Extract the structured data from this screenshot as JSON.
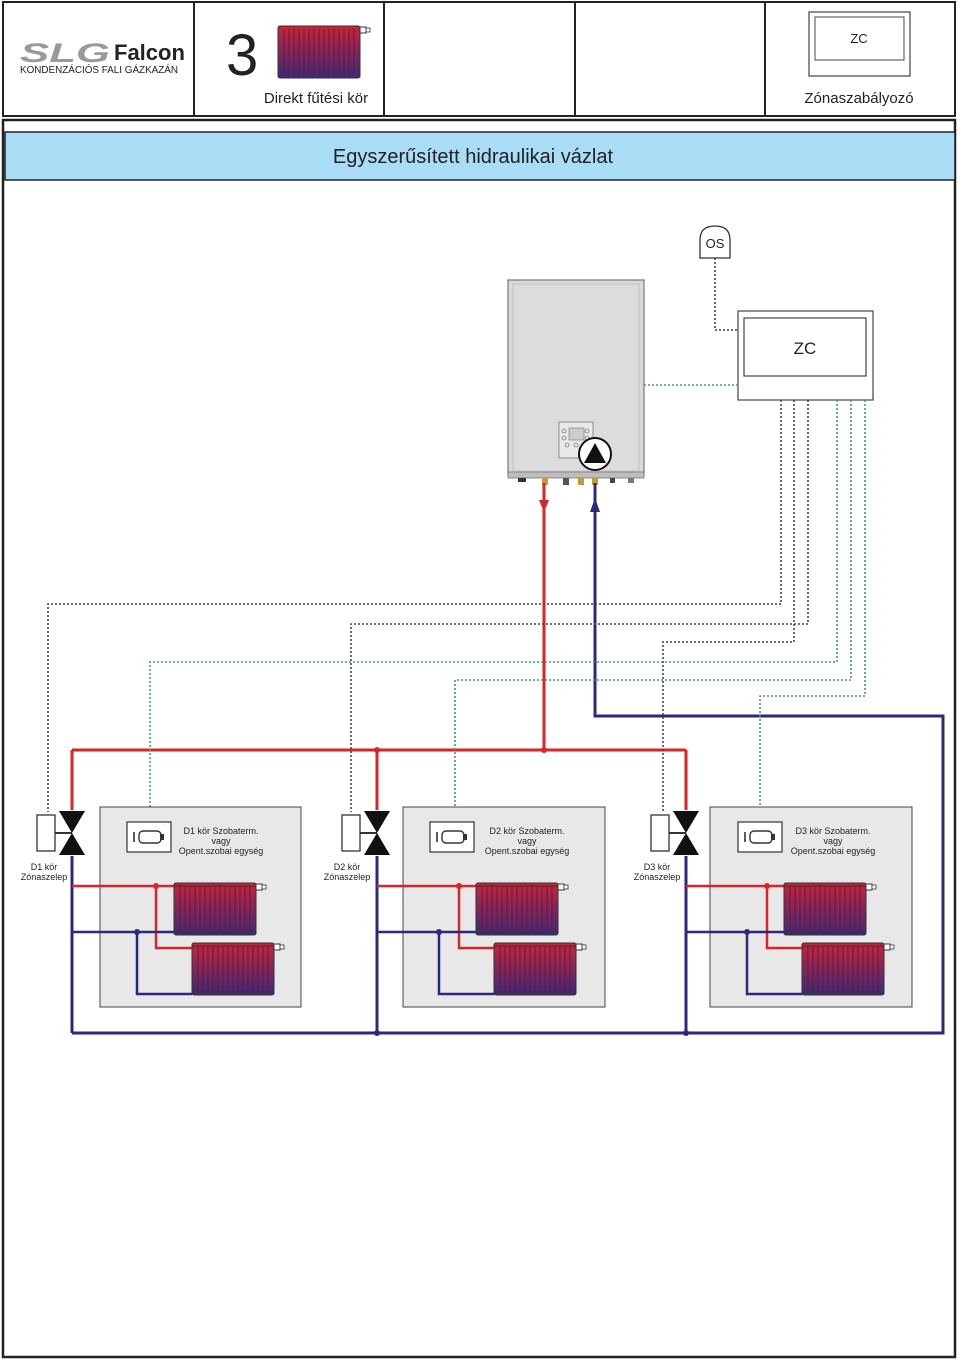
{
  "header": {
    "brand": {
      "logo_text": "SLG",
      "name": "Falcon",
      "subtitle": "KONDENZÁCIÓS FALI GÁZKAZÁN"
    },
    "circuit_number": "3",
    "circuit_label": "Direkt fűtési kör",
    "controller_short": "ZC",
    "controller_label": "Zónaszabályozó"
  },
  "title": "Egyszerűsített hidraulikai vázlat",
  "outdoor_sensor": "OS",
  "zone_controller": "ZC",
  "zones": [
    {
      "valve_label_1": "D1 kör",
      "valve_label_2": "Zónaszelep",
      "thermostat_1": "D1 kör Szobaterm.",
      "thermostat_2": "vagy",
      "thermostat_3": "Opent.szobai egység"
    },
    {
      "valve_label_1": "D2 kör",
      "valve_label_2": "Zónaszelep",
      "thermostat_1": "D2 kör Szobaterm.",
      "thermostat_2": "vagy",
      "thermostat_3": "Opent.szobai egység"
    },
    {
      "valve_label_1": "D3 kör",
      "valve_label_2": "Zónaszelep",
      "thermostat_1": "D3 kör Szobaterm.",
      "thermostat_2": "vagy",
      "thermostat_3": "Opent.szobai egység"
    }
  ],
  "colors": {
    "flow": "#d8242b",
    "return": "#2b2a7a",
    "signal_green": "#3aa65a",
    "signal_black": "#333333",
    "title_bar": "#a9dcf5",
    "room_bg": "#e8e8e8",
    "radiator": "#b8233a"
  }
}
